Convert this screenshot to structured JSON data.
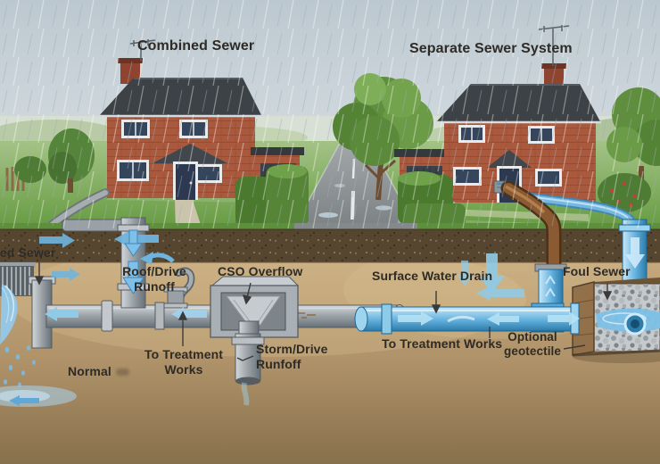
{
  "titles": {
    "left": "Combined Sewer",
    "right": "Separate Sewer System"
  },
  "labels": {
    "outfall": "ed Sewer",
    "roof_runoff": "Roof/Drive\nRunoff",
    "cso": "CSO Overflow",
    "surface_drain": "Surface Water Drain",
    "foul": "Foul Sewer",
    "normal": "Normal",
    "treatment_left": "To Treatment\nWorks",
    "storm_runoff": "Storm/Drive\nRunfoff",
    "treatment_right": "To Treatment Works",
    "geotextile": "Optional\ngeotectile"
  },
  "colors": {
    "sky": "#c9d2d8",
    "grass": "#74a64c",
    "topsoil": "#57462f",
    "subsoil": "#c0a173",
    "pipe_grey": "#9aa1a6",
    "pipe_blue": "#63b0dc",
    "pipe_brown": "#8a5a33",
    "flow_arrow": "#7bbde4",
    "brick": "#a9593d",
    "roof": "#3c4246",
    "text": "#2e2b26"
  },
  "icons": {
    "rain": "rain-streaks",
    "flow_arrows": "blue-flow-arrows",
    "pointer": "label-pointer-line"
  }
}
